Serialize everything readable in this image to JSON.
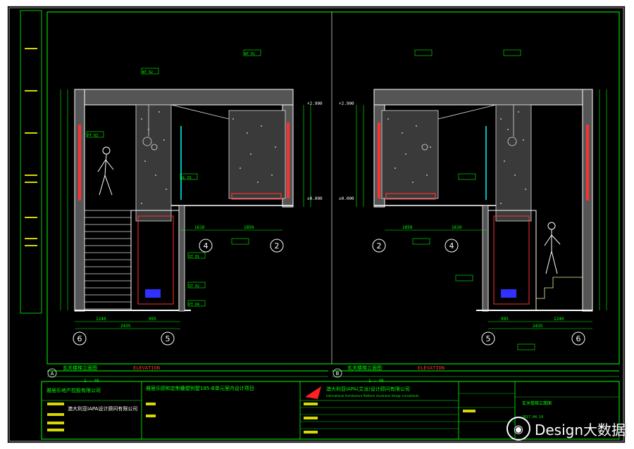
{
  "drawing": {
    "left_view": {
      "title": "玄关楼梯立面图",
      "subtitle": "ELEVATION",
      "scale": "1 : 40",
      "letter": "A",
      "axes": [
        "6",
        "5",
        "4",
        "2"
      ],
      "dims_bottom": [
        "1240",
        "995",
        "2435"
      ],
      "dims_top": [
        "1610",
        "1850"
      ],
      "levels": [
        "±0.000",
        "+2.900"
      ],
      "tags": [
        "WT 01",
        "WT 02",
        "PT 03",
        "ST 01",
        "ST 02",
        "GL 01",
        "PT 04"
      ]
    },
    "right_view": {
      "title": "玄关楼梯立面图",
      "subtitle": "ELEVATION",
      "scale": "1 : 40",
      "letter": "B",
      "axes": [
        "2",
        "4",
        "5",
        "6"
      ],
      "dims_bottom": [
        "995",
        "1240",
        "2435"
      ],
      "dims_top": [
        "1850",
        "1610"
      ],
      "levels": [
        "+2.900",
        "±0.000"
      ]
    },
    "title_block": {
      "client": "雅居乐地产控股有限公司",
      "project": "雅居乐颐和定制叠墅别墅185-B单元室内设计项目",
      "designer": "澳大利亚IAPA设计顾问有限公司",
      "firm_cn": "澳大利亚IAPA(艾派)设计顾问有限公司",
      "firm_en": "International Architecture Platform (Australia) Design Consultants",
      "drawing_name": "玄关楼梯立面图",
      "date": "2017.04.14"
    }
  },
  "watermark": {
    "text": "Design大数据",
    "icon": "wechat-icon"
  },
  "colors": {
    "background": "#000000",
    "line_green": "#00ff00",
    "line_white": "#ffffff",
    "accent_red": "#ff2020",
    "accent_yellow": "#ffff00",
    "accent_cyan": "#00ffff",
    "accent_blue": "#3030ff"
  }
}
